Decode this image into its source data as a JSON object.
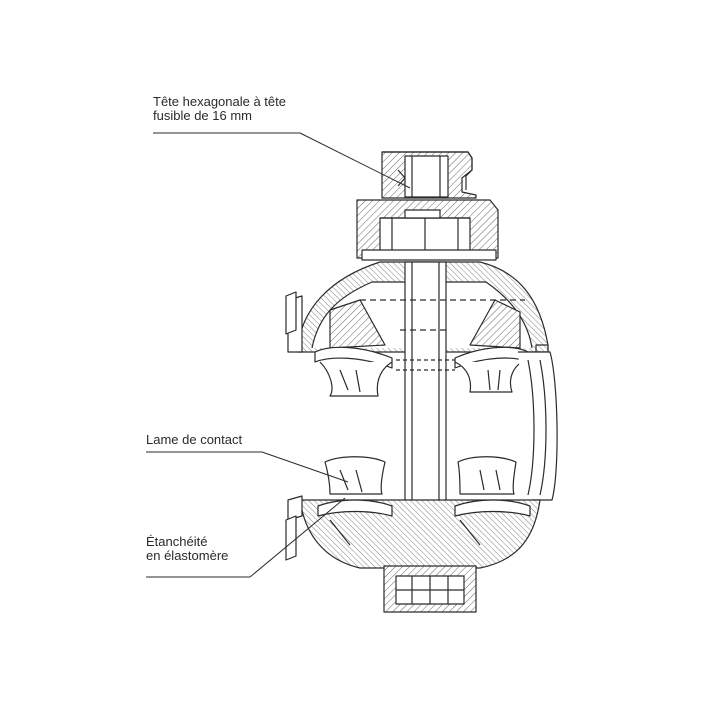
{
  "labels": {
    "head_line1": "Tête hexagonale à tête",
    "head_line2": "fusible de 16 mm",
    "contact": "Lame de contact",
    "seal_line1": "Étanchéité",
    "seal_line2": "en  élastomère"
  },
  "colors": {
    "stroke": "#2b2b2b",
    "hatch": "#555555",
    "fill": "#ffffff"
  }
}
